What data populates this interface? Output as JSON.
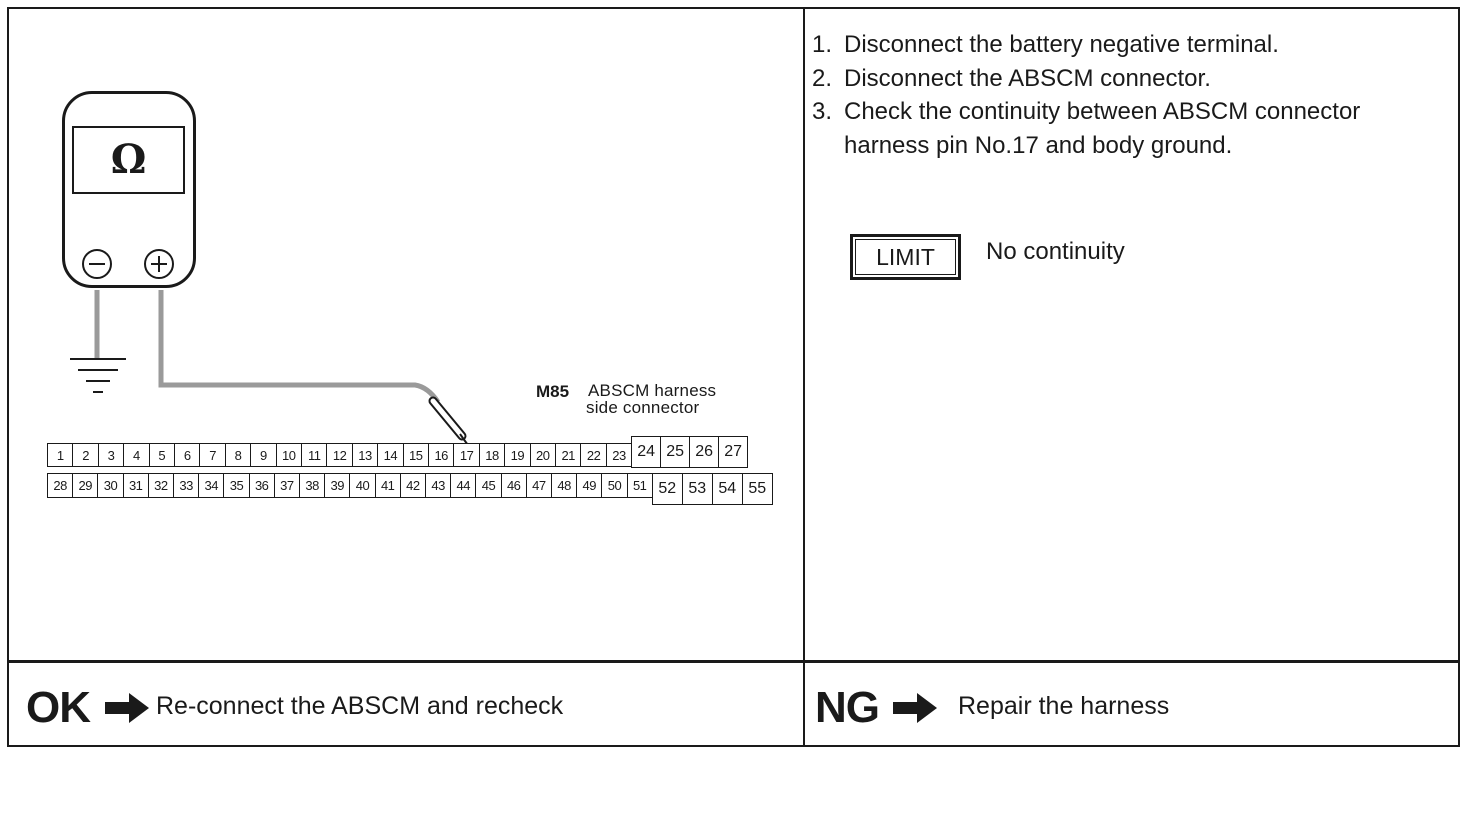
{
  "meter": {
    "display_symbol": "Ω",
    "negative_symbol": "⊖",
    "positive_symbol": "⊕"
  },
  "connector": {
    "code": "M85",
    "label_line1": "ABSCM harness",
    "label_line2": "side connector",
    "row1": [
      "1",
      "2",
      "3",
      "4",
      "5",
      "6",
      "7",
      "8",
      "9",
      "10",
      "11",
      "12",
      "13",
      "14",
      "15",
      "16",
      "17",
      "18",
      "19",
      "20",
      "21",
      "22",
      "23",
      "24",
      "25",
      "26",
      "27"
    ],
    "row2": [
      "28",
      "29",
      "30",
      "31",
      "32",
      "33",
      "34",
      "35",
      "36",
      "37",
      "38",
      "39",
      "40",
      "41",
      "42",
      "43",
      "44",
      "45",
      "46",
      "47",
      "48",
      "49",
      "50",
      "51",
      "52",
      "53",
      "54",
      "55"
    ],
    "probed_pin": "17"
  },
  "instructions": {
    "steps": [
      {
        "num": "1.",
        "text": "Disconnect the battery negative terminal."
      },
      {
        "num": "2.",
        "text": "Disconnect the ABSCM connector."
      },
      {
        "num": "3.",
        "text": "Check the continuity between ABSCM connector harness pin No.17 and body ground."
      }
    ],
    "limit_label": "LIMIT",
    "limit_value": "No continuity"
  },
  "results": {
    "ok_tag": "OK",
    "ok_text": "Re-connect the ABSCM and recheck",
    "ng_tag": "NG",
    "ng_text": "Repair the harness"
  },
  "colors": {
    "ink": "#1a1a1a",
    "wire": "#9a9a9a",
    "paper": "#ffffff"
  }
}
